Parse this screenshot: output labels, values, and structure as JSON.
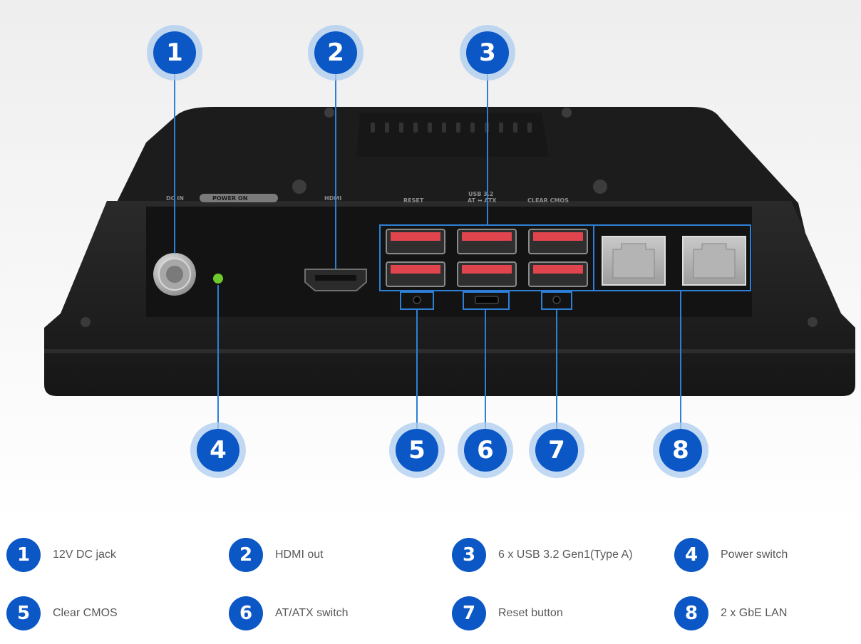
{
  "colors": {
    "accent": "#0b57c6",
    "halo": "#adccf0",
    "leader": "#2e7fd6",
    "device": "#202020",
    "usb_tongue": "#e0454e",
    "led": "#6ccb2a"
  },
  "panel_labels": {
    "dc_in": "DC IN",
    "power_on": "POWER ON",
    "hdmi": "HDMI",
    "usb": "USB 3.2",
    "reset": "RESET",
    "at_atx": "AT ↔ ATX",
    "clear_cmos": "CLEAR CMOS"
  },
  "callouts": [
    {
      "number": "1",
      "label": "12V DC jack"
    },
    {
      "number": "2",
      "label": "HDMI out"
    },
    {
      "number": "3",
      "label": "6 x USB 3.2 Gen1(Type A)"
    },
    {
      "number": "4",
      "label": "Power switch"
    },
    {
      "number": "5",
      "label": "Clear CMOS"
    },
    {
      "number": "6",
      "label": "AT/ATX switch"
    },
    {
      "number": "7",
      "label": "Reset button"
    },
    {
      "number": "8",
      "label": "2 x GbE LAN"
    }
  ]
}
